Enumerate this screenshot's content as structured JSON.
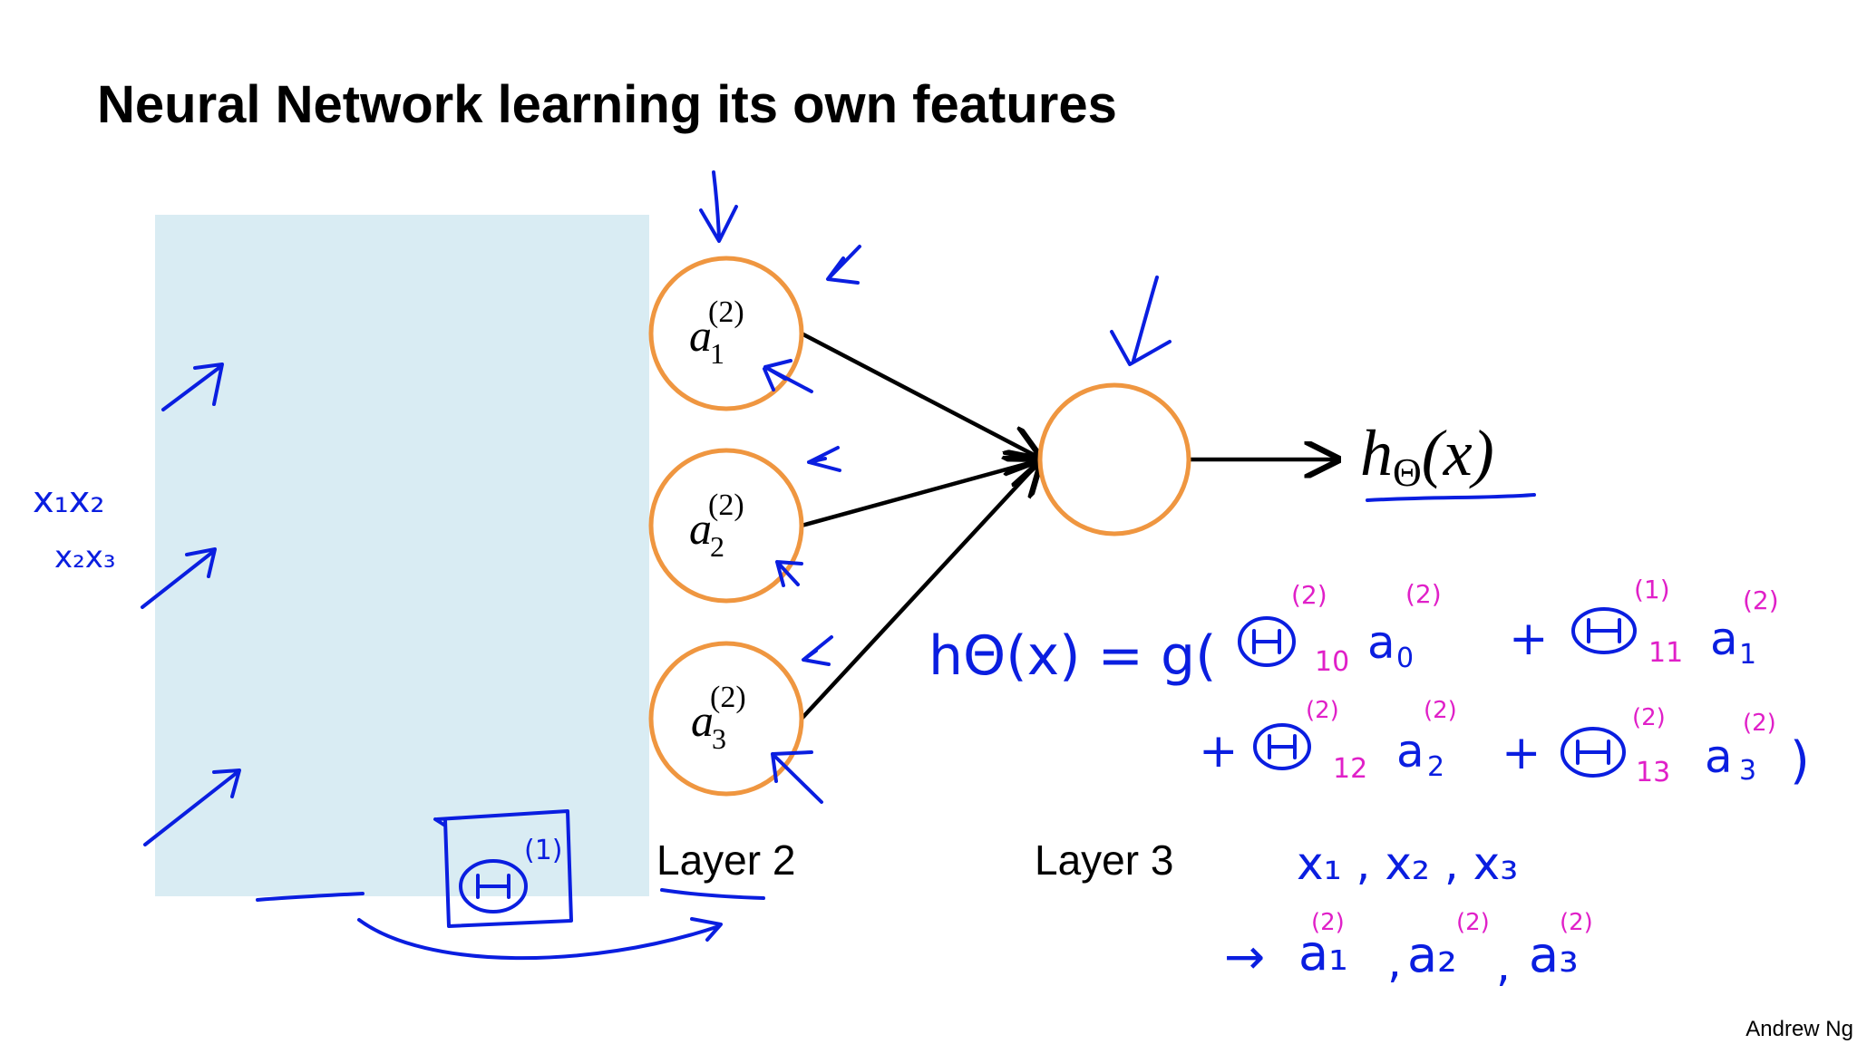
{
  "title": "Neural Network learning its own features",
  "layers": {
    "layer2_label": "Layer 2",
    "layer3_label": "Layer 3"
  },
  "nodes": {
    "a1": {
      "base": "a",
      "sub": "1",
      "sup": "(2)"
    },
    "a2": {
      "base": "a",
      "sub": "2",
      "sup": "(2)"
    },
    "a3": {
      "base": "a",
      "sub": "3",
      "sup": "(2)"
    }
  },
  "output": {
    "h": "h",
    "theta": "Θ",
    "arg": "(x)"
  },
  "annotations": {
    "x_pairs": [
      "x₁x₂",
      "x₂x₃"
    ],
    "theta1_box": {
      "symbol": "Θ",
      "sup": "(1)"
    },
    "equation_line1": {
      "lhs": "hΘ(x) = g(",
      "t1": "Θ",
      "t1_sup": "(2)",
      "t1_sub": "10",
      "t1_a": "a",
      "t1_a_sub": "0",
      "t1_a_sup": "(2)",
      "plus": "+",
      "t2": "Θ",
      "t2_sup": "(1)",
      "t2_sub": "11",
      "t2_a": "a",
      "t2_a_sub": "1",
      "t2_a_sup": "(2)"
    },
    "equation_line2": {
      "plus": "+",
      "t3": "Θ",
      "t3_sup": "(2)",
      "t3_sub": "12",
      "t3_a": "a",
      "t3_a_sub": "2",
      "t3_a_sup": "(2)",
      "t4": "Θ",
      "t4_sup": "(2)",
      "t4_sub": "13",
      "t4_a": "a",
      "t4_a_sub": "3",
      "t4_a_sup": "(2)",
      "close": ")"
    },
    "features_line1": "x₁ , x₂ , x₃",
    "features_line2": {
      "arrow": "→",
      "a1": "a₁",
      "a2": "a₂",
      "a3": "a₃",
      "sup": "(2)",
      "sep": ","
    }
  },
  "footer": {
    "author": "Andrew Ng"
  },
  "colors": {
    "occluder": "#d9ecf3",
    "node_stroke": "#ef9640",
    "ink_blue": "#0a1ee0",
    "ink_magenta": "#e020c8"
  }
}
